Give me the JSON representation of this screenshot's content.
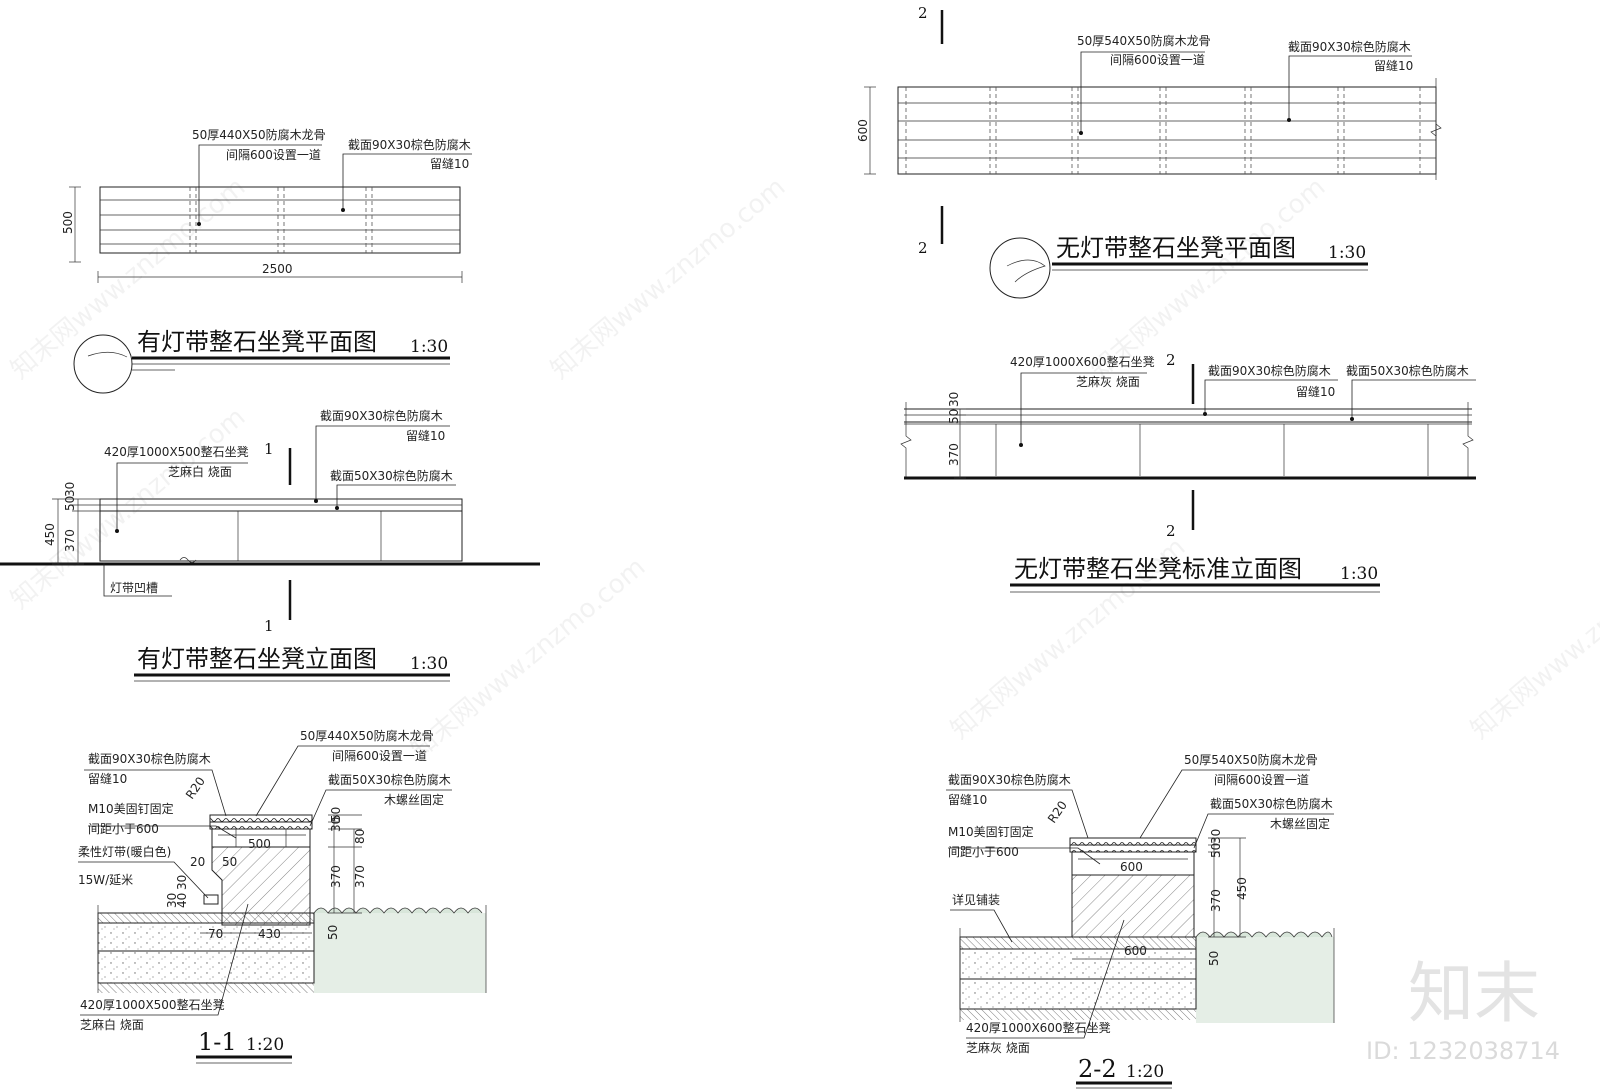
{
  "sheet": {
    "watermark_text": "知末网www.znzmo.com",
    "brand": "知末",
    "image_id": "ID: 1232038714"
  },
  "lit_plan": {
    "title": "有灯带整石坐凳平面图",
    "scale": "1:30",
    "dim_width": "2500",
    "dim_depth": "500",
    "note_joist": [
      "50厚440X50防腐木龙骨",
      "间隔600设置一道"
    ],
    "note_wood": [
      "截面90X30棕色防腐木",
      "留缝10"
    ]
  },
  "unlit_plan": {
    "title": "无灯带整石坐凳平面图",
    "scale": "1:30",
    "dim_depth": "600",
    "section_mark": "2",
    "note_joist": [
      "50厚540X50防腐木龙骨",
      "间隔600设置一道"
    ],
    "note_wood": [
      "截面90X30棕色防腐木",
      "留缝10"
    ]
  },
  "lit_elev": {
    "title": "有灯带整石坐凳立面图",
    "scale": "1:30",
    "section_mark": "1",
    "dims": [
      "450",
      "370",
      "50",
      "30"
    ],
    "note_stone": [
      "420厚1000X500整石坐凳",
      "芝麻白 烧面"
    ],
    "note_wood": [
      "截面90X30棕色防腐木",
      "留缝10"
    ],
    "note_wood2": [
      "截面50X30棕色防腐木"
    ],
    "note_groove": [
      "灯带凹槽"
    ]
  },
  "unlit_elev": {
    "title": "无灯带整石坐凳标准立面图",
    "scale": "1:30",
    "section_mark": "2",
    "dims": [
      "370",
      "50",
      "30"
    ],
    "note_stone": [
      "420厚1000X600整石坐凳",
      "芝麻灰 烧面"
    ],
    "note_wood": [
      "截面90X30棕色防腐木",
      "留缝10"
    ],
    "note_wood2": [
      "截面50X30棕色防腐木"
    ]
  },
  "section_1": {
    "title": "1-1",
    "scale": "1:20",
    "radius": "R20",
    "dims": [
      "500",
      "20",
      "50",
      "30",
      "40",
      "30",
      "70",
      "430",
      "80",
      "370",
      "370",
      "50",
      "30",
      "50"
    ],
    "note_wood": [
      "截面90X30棕色防腐木",
      "留缝10"
    ],
    "note_joist": [
      "50厚440X50防腐木龙骨",
      "间隔600设置一道"
    ],
    "note_wood2": [
      "截面50X30棕色防腐木",
      "木螺丝固定"
    ],
    "note_nail": [
      "M10美固钉固定",
      "间距小于600"
    ],
    "note_led": [
      "柔性灯带(暖白色)",
      "15W/延米"
    ],
    "note_stone": [
      "420厚1000X500整石坐凳",
      "芝麻白 烧面"
    ]
  },
  "section_2": {
    "title": "2-2",
    "scale": "1:20",
    "radius": "R20",
    "dims": [
      "600",
      "600",
      "50",
      "30",
      "370",
      "450",
      "50"
    ],
    "note_wood": [
      "截面90X30棕色防腐木",
      "留缝10"
    ],
    "note_joist": [
      "50厚540X50防腐木龙骨",
      "间隔600设置一道"
    ],
    "note_wood2": [
      "截面50X30棕色防腐木",
      "木螺丝固定"
    ],
    "note_nail": [
      "M10美固钉固定",
      "间距小于600"
    ],
    "note_paving": [
      "详见铺装"
    ],
    "note_stone": [
      "420厚1000X600整石坐凳",
      "芝麻灰 烧面"
    ]
  }
}
